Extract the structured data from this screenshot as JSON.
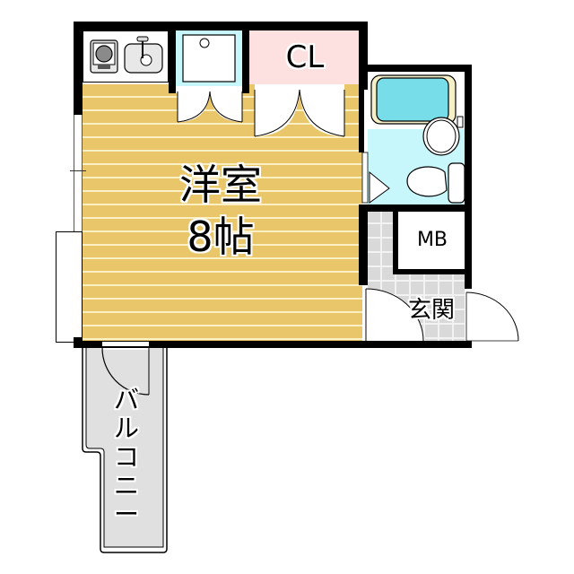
{
  "floorplan": {
    "rooms": {
      "western_room": {
        "name": "洋室",
        "size": "8帖"
      },
      "closet": {
        "label": "CL"
      },
      "meter_box": {
        "label": "MB"
      },
      "entrance": {
        "label": "玄関"
      },
      "balcony": {
        "label": "バルコニー",
        "vertical_text": "バ\nル\nコ\nニ\nー"
      }
    },
    "fixtures": [
      "kitchen-stove",
      "kitchen-sink",
      "washing-machine-pan",
      "bathtub",
      "washbasin",
      "toilet"
    ],
    "colors": {
      "wood_floor": "#e9c66a",
      "wood_stripe": "#fbefc4",
      "wet_area": "#c8f7fb",
      "bathtub": "#77dde8",
      "closet": "#fde0e0",
      "tile": "#d9d9d9",
      "balcony": "#e0e0e0",
      "wall": "#000000"
    }
  }
}
